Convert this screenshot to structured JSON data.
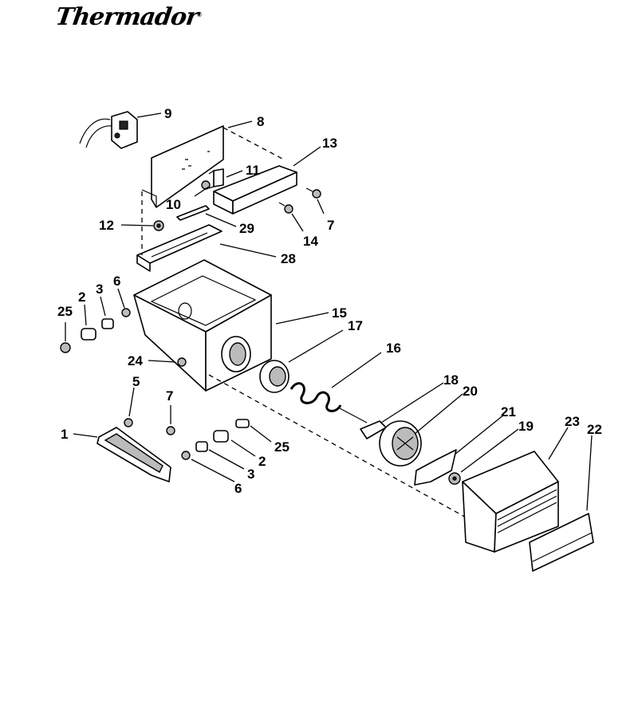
{
  "brand": {
    "name": "Thermador",
    "mark": "®"
  },
  "callouts": [
    {
      "id": "9",
      "text": "9"
    },
    {
      "id": "8",
      "text": "8"
    },
    {
      "id": "13",
      "text": "13"
    },
    {
      "id": "11",
      "text": "11"
    },
    {
      "id": "10",
      "text": "10"
    },
    {
      "id": "7a",
      "text": "7"
    },
    {
      "id": "14",
      "text": "14"
    },
    {
      "id": "12",
      "text": "12"
    },
    {
      "id": "29",
      "text": "29"
    },
    {
      "id": "28",
      "text": "28"
    },
    {
      "id": "25a",
      "text": "25"
    },
    {
      "id": "2a",
      "text": "2"
    },
    {
      "id": "3a",
      "text": "3"
    },
    {
      "id": "6a",
      "text": "6"
    },
    {
      "id": "15",
      "text": "15"
    },
    {
      "id": "17",
      "text": "17"
    },
    {
      "id": "16",
      "text": "16"
    },
    {
      "id": "24",
      "text": "24"
    },
    {
      "id": "5",
      "text": "5"
    },
    {
      "id": "7b",
      "text": "7"
    },
    {
      "id": "1",
      "text": "1"
    },
    {
      "id": "25b",
      "text": "25"
    },
    {
      "id": "2b",
      "text": "2"
    },
    {
      "id": "3b",
      "text": "3"
    },
    {
      "id": "6b",
      "text": "6"
    },
    {
      "id": "18",
      "text": "18"
    },
    {
      "id": "20",
      "text": "20"
    },
    {
      "id": "21",
      "text": "21"
    },
    {
      "id": "19",
      "text": "19"
    },
    {
      "id": "23",
      "text": "23"
    },
    {
      "id": "22",
      "text": "22"
    }
  ]
}
